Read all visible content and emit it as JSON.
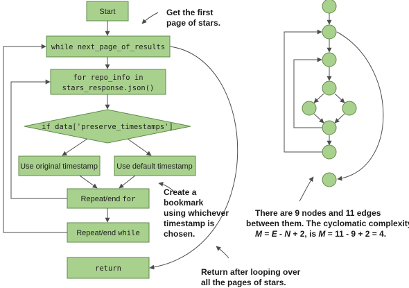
{
  "flowchart": {
    "start": "Start",
    "while": "while next_page_of_results",
    "for_line1": "for repo_info in",
    "for_line2": "stars_response.json()",
    "if": "if data['preserve_timestamps']",
    "use_original": "Use original timestamp",
    "use_default": "Use default timestamp",
    "repeat_for_text": "Repeat/end ",
    "repeat_for_code": "for",
    "repeat_while_text": "Repeat/end ",
    "repeat_while_code": "while",
    "return": "return"
  },
  "annotations": {
    "get_stars": [
      "Get the first",
      "page of stars."
    ],
    "bookmark": [
      "Create a",
      "bookmark",
      "using whichever",
      "timestamp is",
      "chosen."
    ],
    "return_after": [
      "Return after looping over",
      "all the pages of stars."
    ],
    "complexity": {
      "line1": "There are 9 nodes and 11 edges",
      "line2": "between them. The cyclomatic complexity,",
      "line3_parts": [
        "M",
        " = ",
        "E",
        " - ",
        "N",
        " + 2, is ",
        "M",
        " = 11 - 9 + 2 = 4."
      ]
    }
  },
  "graph": {
    "node_count": 9,
    "edge_count": 11
  },
  "colors": {
    "box_fill": "#a9d18e",
    "box_stroke": "#5f8a48",
    "line": "#4d4d4d"
  }
}
